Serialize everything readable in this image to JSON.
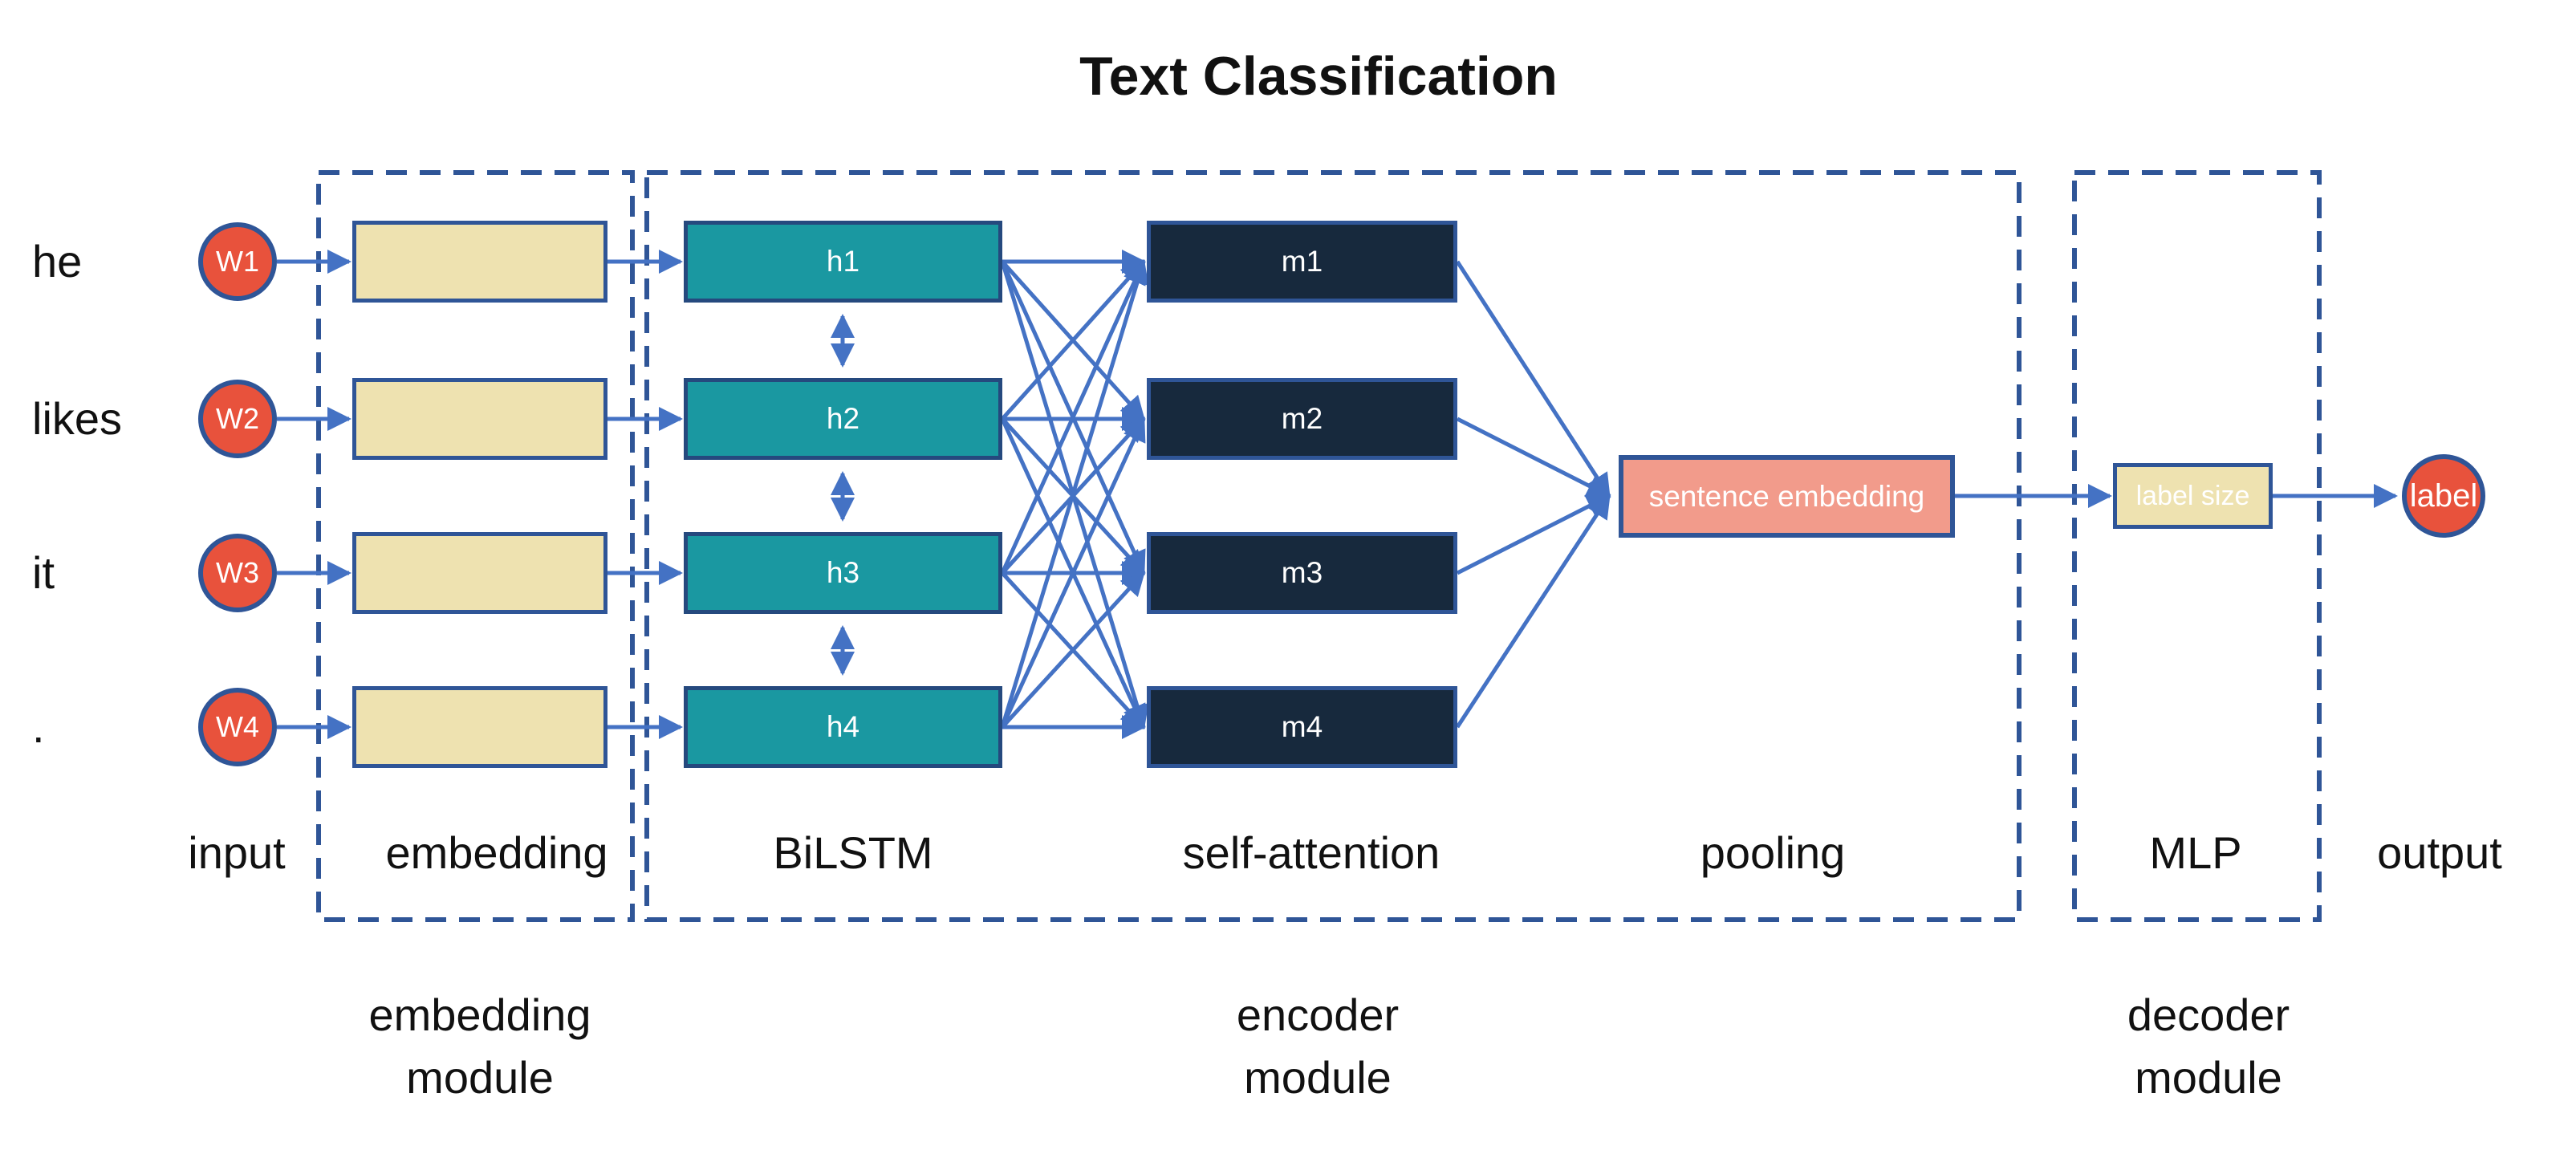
{
  "title": "Text Classification",
  "colors": {
    "node_red": "#e8523c",
    "node_tan": "#eee2b0",
    "node_teal": "#1a98a1",
    "node_navy": "#17293d",
    "node_salmon": "#f29b8b",
    "arrow_blue": "#4472c4",
    "border_blue": "#2f5597",
    "teal_border": "#25497e",
    "ink": "#111111",
    "bg": "#ffffff"
  },
  "input": {
    "words": [
      "he",
      "likes",
      "it",
      "."
    ],
    "nodes": [
      "W1",
      "W2",
      "W3",
      "W4"
    ]
  },
  "bilstm": {
    "nodes": [
      "h1",
      "h2",
      "h3",
      "h4"
    ]
  },
  "self_attention": {
    "nodes": [
      "m1",
      "m2",
      "m3",
      "m4"
    ]
  },
  "pooling": {
    "box_label": "sentence embedding"
  },
  "mlp": {
    "box_label": "label size"
  },
  "output": {
    "node_label": "label"
  },
  "stage_labels": [
    "input",
    "embedding",
    "BiLSTM",
    "self-attention",
    "pooling",
    "MLP",
    "output"
  ],
  "module_labels": {
    "embedding": {
      "line1": "embedding",
      "line2": "module"
    },
    "encoder": {
      "line1": "encoder",
      "line2": "module"
    },
    "decoder": {
      "line1": "decoder",
      "line2": "module"
    }
  }
}
